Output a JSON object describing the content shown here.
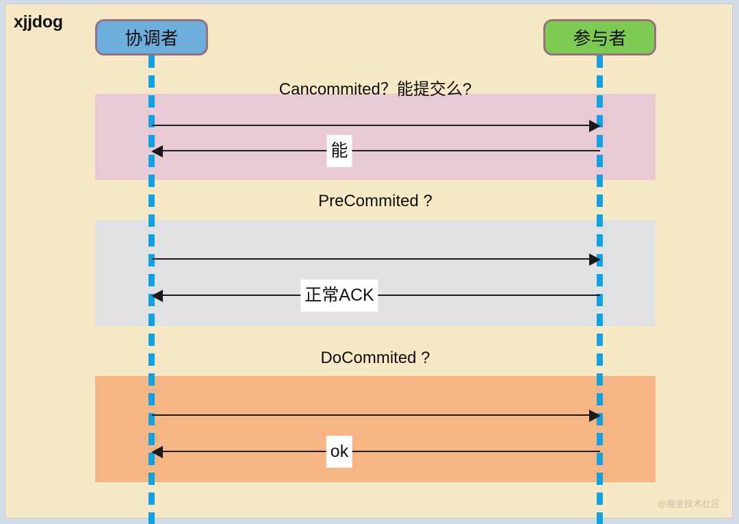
{
  "canvas": {
    "brand_watermark": "xjjdog",
    "corner_watermark": "@掘金技术社区",
    "background_color": "#f7e8c6",
    "page_background_color": "#d3dce6"
  },
  "actors": [
    {
      "id": "coordinator",
      "label": "协调者",
      "color": "#6cafdd",
      "border_color": "#9a6f7d"
    },
    {
      "id": "participant",
      "label": "参与者",
      "color": "#7ecb54",
      "border_color": "#9a6f7d"
    }
  ],
  "lifeline_color": "#0aa3e8",
  "phases": [
    {
      "id": "can-commit",
      "title": "Cancommited？能提交么?",
      "band_color": "#e8cad4",
      "messages": [
        {
          "direction": "right",
          "label": ""
        },
        {
          "direction": "left",
          "label": "能"
        }
      ]
    },
    {
      "id": "pre-commit",
      "title": "PreCommited ?",
      "band_color": "#e0e1e3",
      "messages": [
        {
          "direction": "right",
          "label": ""
        },
        {
          "direction": "left",
          "label": "正常ACK"
        }
      ]
    },
    {
      "id": "do-commit",
      "title": "DoCommited ?",
      "band_color": "#f8b584",
      "messages": [
        {
          "direction": "right",
          "label": ""
        },
        {
          "direction": "left",
          "label": "ok"
        }
      ]
    }
  ]
}
